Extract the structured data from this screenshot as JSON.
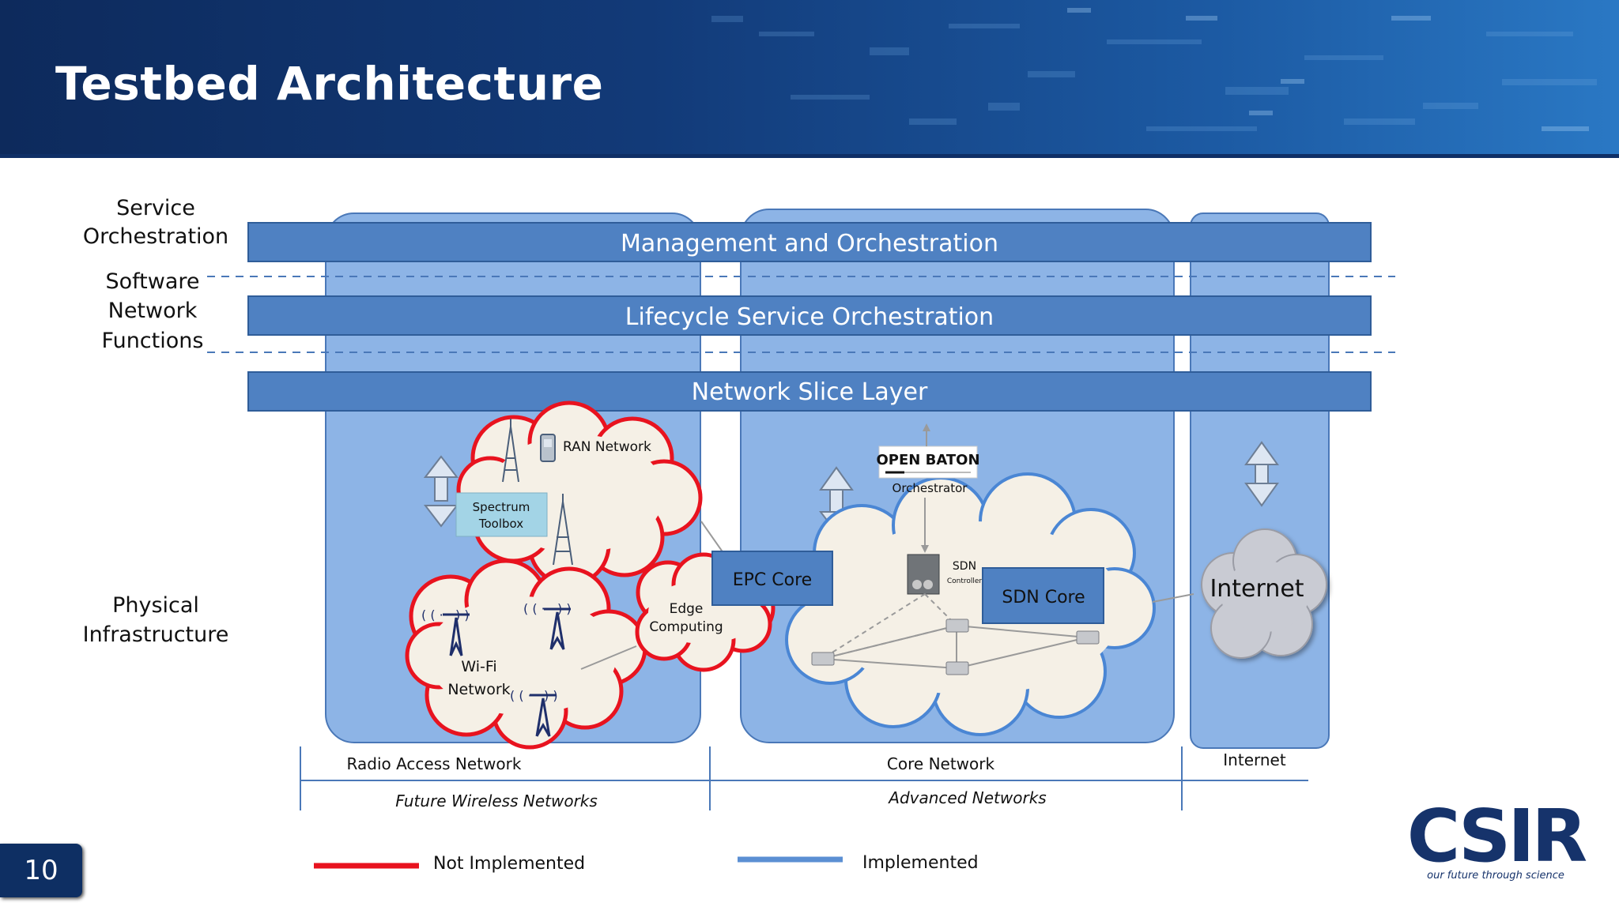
{
  "slide": {
    "title": "Testbed Architecture",
    "number": "10"
  },
  "layers": {
    "service_orchestration_l1": "Service",
    "service_orchestration_l2": "Orchestration",
    "software_network_l1": "Software",
    "software_network_l2": "Network",
    "software_network_l3": "Functions",
    "physical_l1": "Physical",
    "physical_l2": "Infrastructure"
  },
  "bars": {
    "mano": "Management and Orchestration",
    "lso": "Lifecycle Service Orchestration",
    "slice": "Network Slice Layer"
  },
  "ran": {
    "ran_network": "RAN Network",
    "spectrum_l1": "Spectrum",
    "spectrum_l2": "Toolbox",
    "wifi_l1": "Wi-Fi",
    "wifi_l2": "Network",
    "edge_l1": "Edge",
    "edge_l2": "Computing"
  },
  "core": {
    "open_baton": "OPEN BATON",
    "orchestrator": "Orchestrator",
    "epc_core": "EPC Core",
    "sdn_l1": "SDN",
    "sdn_l2": "Controller",
    "sdn_core": "SDN Core"
  },
  "internet": {
    "cloud_label": "Internet"
  },
  "footer": {
    "radio_access": "Radio Access Network",
    "core_network": "Core Network",
    "internet": "Internet",
    "future_wireless": "Future Wireless Networks",
    "advanced": "Advanced Networks"
  },
  "legend": {
    "not_implemented": "Not Implemented",
    "implemented": "Implemented",
    "not_implemented_color": "#e8131f",
    "implemented_color": "#5b8fd3"
  },
  "logo": {
    "text": "CSIR",
    "tagline": "our future through science"
  }
}
